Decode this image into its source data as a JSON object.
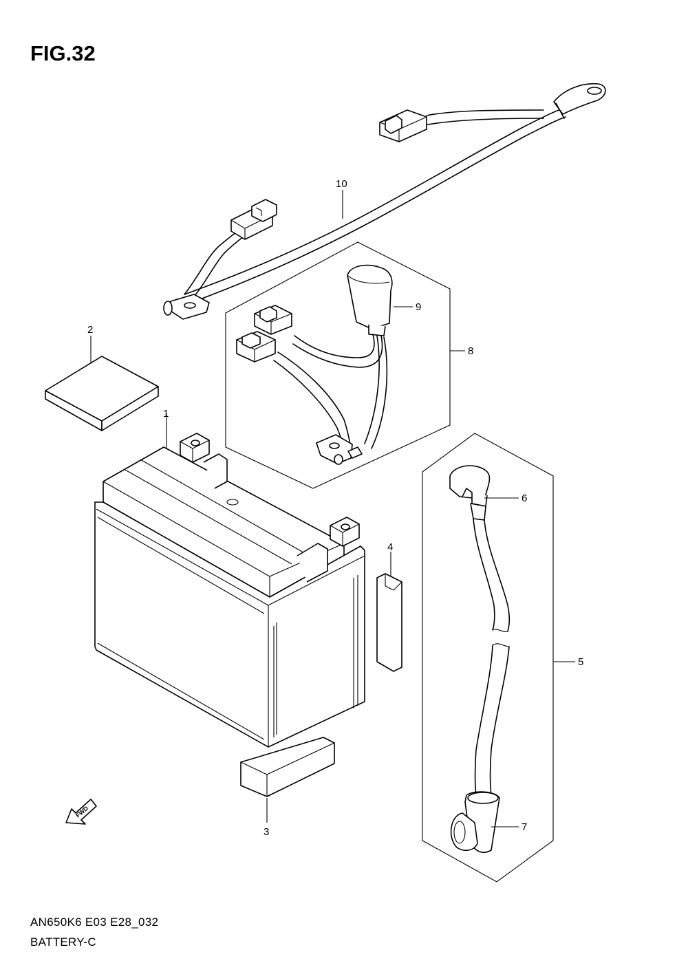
{
  "figure": {
    "title": "FIG.32",
    "model_code": "AN650K6 E03 E28_032",
    "section_name": "BATTERY-C",
    "fwd_label": "FWD"
  },
  "callouts": [
    {
      "id": "1",
      "label": "1"
    },
    {
      "id": "2",
      "label": "2"
    },
    {
      "id": "3",
      "label": "3"
    },
    {
      "id": "4",
      "label": "4"
    },
    {
      "id": "5",
      "label": "5"
    },
    {
      "id": "6",
      "label": "6"
    },
    {
      "id": "7",
      "label": "7"
    },
    {
      "id": "8",
      "label": "8"
    },
    {
      "id": "9",
      "label": "9"
    },
    {
      "id": "10",
      "label": "10"
    }
  ]
}
